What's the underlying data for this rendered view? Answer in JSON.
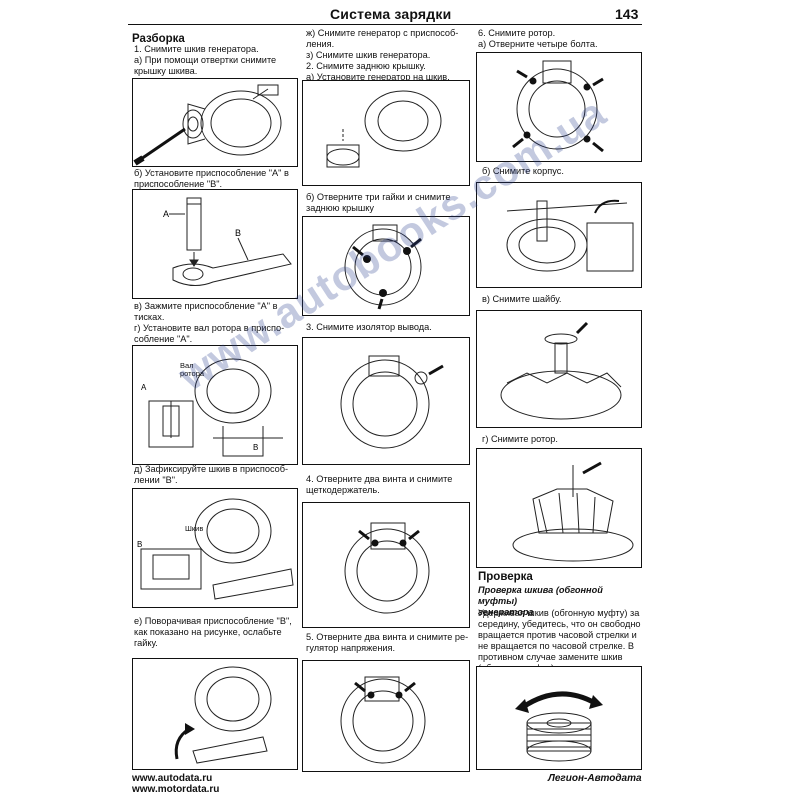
{
  "header": {
    "title": "Система зарядки",
    "page_number": "143"
  },
  "col1": {
    "heading": "Разборка",
    "p1": "1. Снимите шкив генератора.\n а) При помощи отвертки снимите\n крышку шкива.",
    "p2": "б) Установите приспособление \"А\" в\nприспособление \"В\".",
    "p3": "в) Зажмите приспособление \"А\" в\nтисках.\nг) Установите вал ротора в приспо-\nсобление \"А\".",
    "p4": "д) Зафиксируйте шкив в приспособ-\nлении \"В\".",
    "p5": "е) Поворачивая приспособление \"В\",\nкак показано на рисунке, ослабьте\nгайку.",
    "labels": {
      "a": "A",
      "b": "B",
      "shaft": "Вал\nротора",
      "pulley": "Шкив"
    }
  },
  "col2": {
    "p1": "ж) Снимите генератор с приспособ-\nления.\nз) Снимите шкив генератора.\n2. Снимите заднюю крышку.\n а) Установите генератор на шкив.",
    "p2": "б) Отверните три гайки и снимите\nзаднюю крышку",
    "p3": "3. Снимите изолятор вывода.",
    "p4": "4. Отверните два винта и снимите\nщеткодержатель.",
    "p5": "5. Отверните два винта и снимите ре-\nгулятор напряжения."
  },
  "col3": {
    "p1": "6. Снимите ротор.\n а) Отверните четыре болта.",
    "p2": "б) Снимите корпус.",
    "p3": "в) Снимите шайбу.",
    "p4": "г) Снимите ротор.",
    "heading": "Проверка",
    "subheading": "Проверка шкива (обгонной муфты)\nгенератора",
    "p5": "Удерживая шкив (обгонную муфту) за\nсередину, убедитесь, что он свободно\nвращается против часовой стрелки и\nне вращается по часовой стрелке. В\nпротивном случае замените шкив\n(обгонную муфту) генератора."
  },
  "footer": {
    "left": "www.autodata.ru\nwww.motordata.ru",
    "right": "Легион-Автодата"
  },
  "watermark": "www.autobooks.com.ua"
}
